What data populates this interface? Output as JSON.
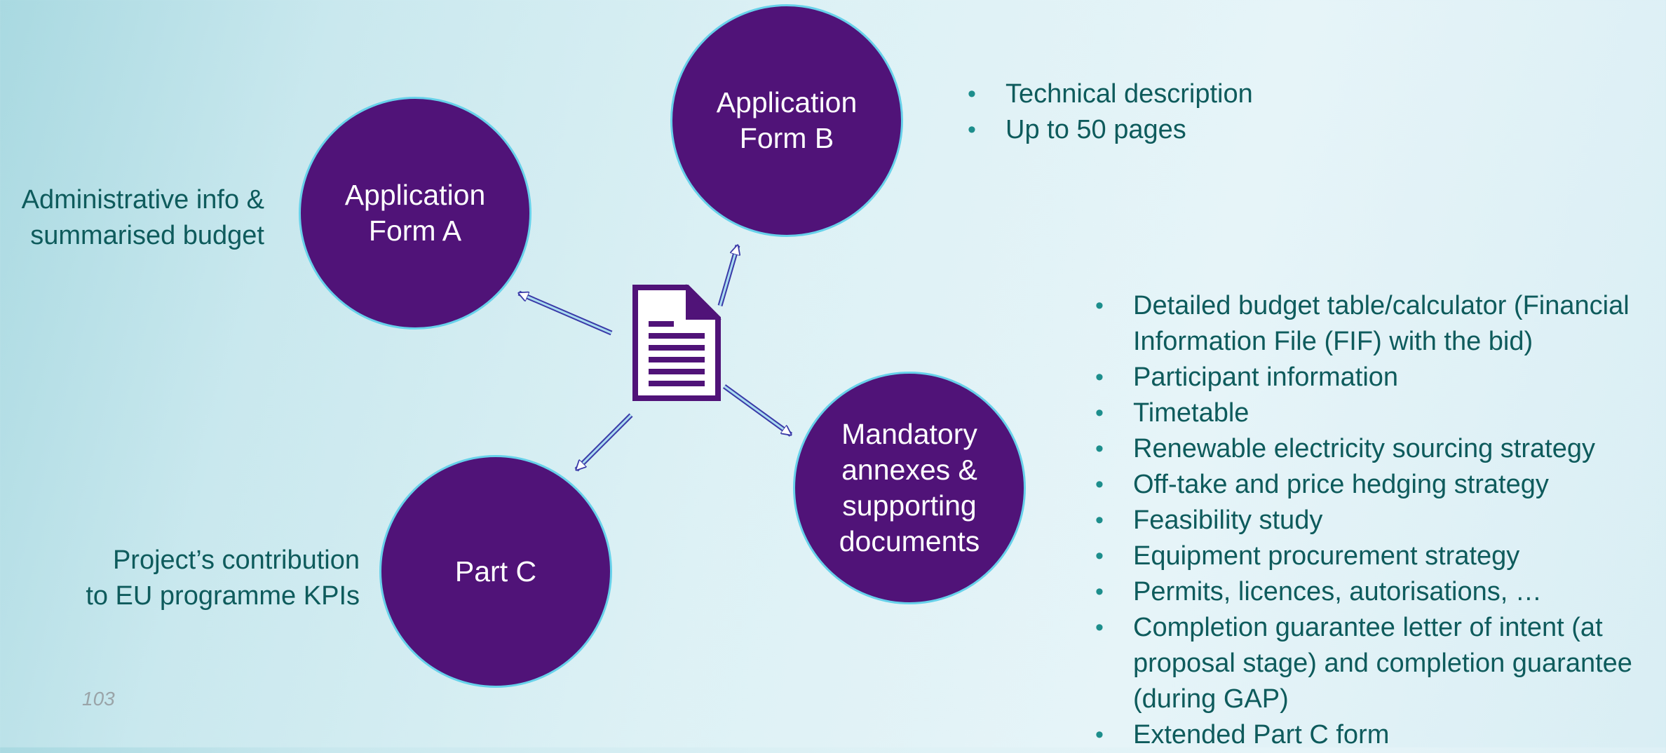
{
  "circles": {
    "form_a": [
      "Application",
      "Form A"
    ],
    "form_b": [
      "Application",
      "Form B"
    ],
    "annexes": [
      "Mandatory",
      "annexes &",
      "supporting",
      "documents"
    ],
    "part_c": [
      "Part C"
    ]
  },
  "labels": {
    "form_a": [
      "Administrative info &",
      "summarised budget"
    ],
    "part_c": [
      "Project’s contribution",
      "to EU programme KPIs"
    ]
  },
  "form_b_bullets": [
    "Technical description",
    "Up to 50 pages"
  ],
  "annex_bullets": [
    [
      "Detailed budget table/calculator (Financial",
      "Information File (FIF) with the bid)"
    ],
    [
      "Participant information"
    ],
    [
      "Timetable"
    ],
    [
      "Renewable electricity sourcing strategy"
    ],
    [
      "Off-take and price hedging strategy"
    ],
    [
      "Feasibility study"
    ],
    [
      "Equipment procurement strategy"
    ],
    [
      "Permits, licences, autorisations, …"
    ],
    [
      "Completion guarantee letter of intent (at",
      "proposal stage) and completion guarantee",
      "(during GAP)"
    ],
    [
      "Extended Part C form"
    ]
  ],
  "page_number": "103",
  "icons": {
    "center": "document-icon",
    "connectors": "arrow-icon"
  },
  "colors": {
    "circle_fill": "#501378",
    "circle_border": "#67d1ea",
    "text_teal": "#0e5b5c",
    "bullet": "#1d8e8c"
  }
}
